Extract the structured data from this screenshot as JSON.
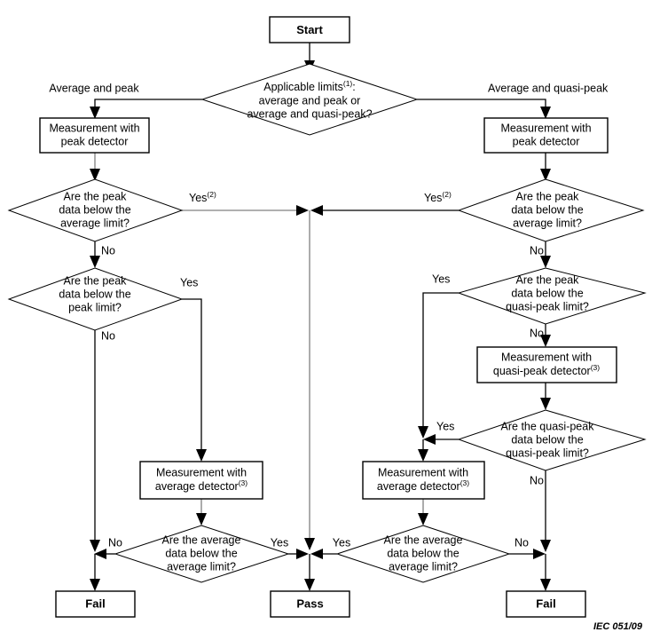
{
  "figure": {
    "footer_label": "IEC   051/09",
    "line_color": "#000000",
    "gray_line_color": "#808080",
    "node_fill": "#ffffff"
  },
  "nodes": {
    "start": {
      "label": "Start",
      "type": "terminator"
    },
    "decision_limits": {
      "line1": "Applicable limits",
      "line1_sup": "(1)",
      "line1_suffix": ":",
      "line2": "average and peak or",
      "line3": "average and quasi-peak?",
      "type": "decision"
    },
    "left_peak_measurement": {
      "line1": "Measurement with",
      "line2": "peak detector",
      "type": "process"
    },
    "left_peak_vs_avg": {
      "line1": "Are the peak",
      "line2": "data below the",
      "line3": "average limit?",
      "type": "decision"
    },
    "left_peak_vs_peak": {
      "line1": "Are the peak",
      "line2": "data below the",
      "line3": "peak limit?",
      "type": "decision"
    },
    "left_avg_measurement": {
      "line1": "Measurement with",
      "line2": "average detector",
      "line2_sup": "(3)",
      "type": "process"
    },
    "left_avg_vs_avg": {
      "line1": "Are the average",
      "line2": "data below the",
      "line3": "average limit?",
      "type": "decision"
    },
    "right_peak_measurement": {
      "line1": "Measurement with",
      "line2": "peak detector",
      "type": "process"
    },
    "right_peak_vs_avg": {
      "line1": "Are the peak",
      "line2": "data below the",
      "line3": "average limit?",
      "type": "decision"
    },
    "right_peak_vs_qp": {
      "line1": "Are the peak",
      "line2": "data below the",
      "line3": "quasi-peak limit?",
      "type": "decision"
    },
    "right_qp_measurement": {
      "line1": "Measurement with",
      "line2": "quasi-peak detector",
      "line2_sup": "(3)",
      "type": "process"
    },
    "right_qp_vs_qp": {
      "line1": "Are the quasi-peak",
      "line2": "data below the",
      "line3": "quasi-peak limit?",
      "type": "decision"
    },
    "right_avg_measurement": {
      "line1": "Measurement with",
      "line2": "average detector",
      "line2_sup": "(3)",
      "type": "process"
    },
    "right_avg_vs_avg": {
      "line1": "Are the average",
      "line2": "data below the",
      "line3": "average limit?",
      "type": "decision"
    },
    "fail_left": {
      "label": "Fail",
      "type": "terminator"
    },
    "pass": {
      "label": "Pass",
      "type": "terminator"
    },
    "fail_right": {
      "label": "Fail",
      "type": "terminator"
    }
  },
  "edge_labels": {
    "branch_left": "Average and peak",
    "branch_right": "Average and quasi-peak",
    "left_peak_avg_yes": "Yes",
    "left_peak_avg_yes_sup": "(2)",
    "left_peak_avg_no": "No",
    "left_peak_peak_yes": "Yes",
    "left_peak_peak_no": "No",
    "left_avg_no": "No",
    "left_avg_yes": "Yes",
    "right_peak_avg_yes": "Yes",
    "right_peak_avg_yes_sup": "(2)",
    "right_peak_avg_no": "No",
    "right_peak_qp_yes": "Yes",
    "right_peak_qp_no": "No",
    "right_qp_qp_yes": "Yes",
    "right_qp_qp_no": "No",
    "right_avg_yes": "Yes",
    "right_avg_no": "No"
  }
}
